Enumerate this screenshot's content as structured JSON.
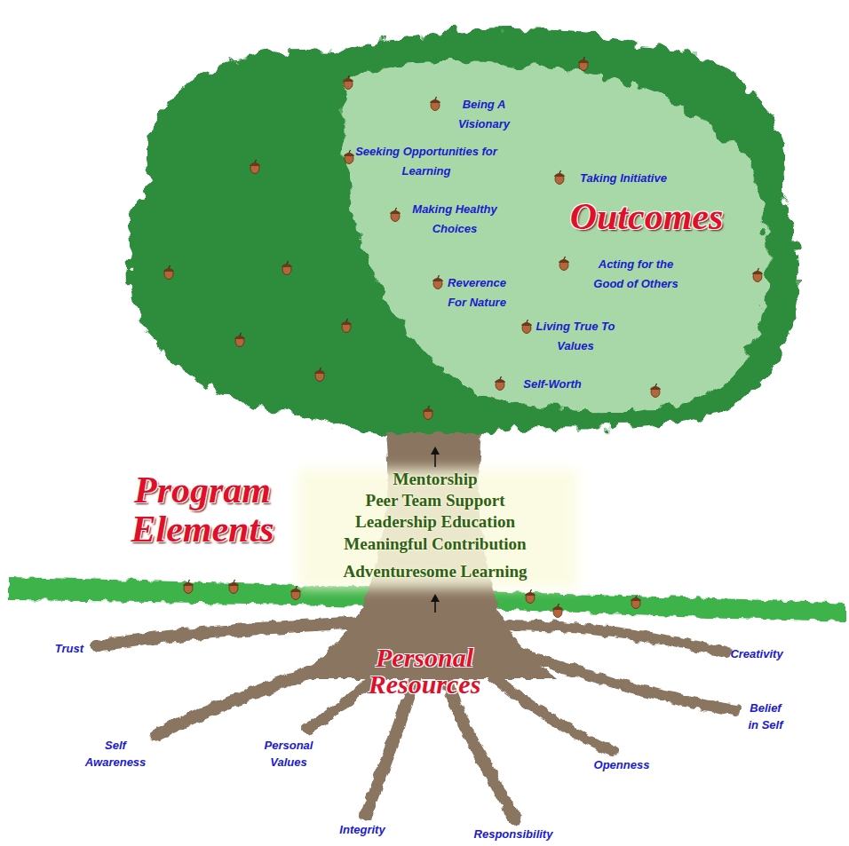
{
  "diagram": {
    "labels": [
      "Being A Visionary",
      "Seeking Opportunities for Learning",
      "Taking Initiative",
      "Making Healthy Choices",
      "Outcomes",
      "Acting for the Good of Others",
      "Reverence For Nature",
      "Living True To Values",
      "Self-Worth",
      "Program Elements",
      "Mentorship",
      "Peer Team Support",
      "Leadership Education",
      "Meaningful Contribution",
      "Adventuresome Learning",
      "Personal Resources",
      "Trust",
      "Creativity",
      "Belief in Self",
      "Self Awareness",
      "Personal Values",
      "Openness",
      "Integrity",
      "Responsibility"
    ]
  }
}
